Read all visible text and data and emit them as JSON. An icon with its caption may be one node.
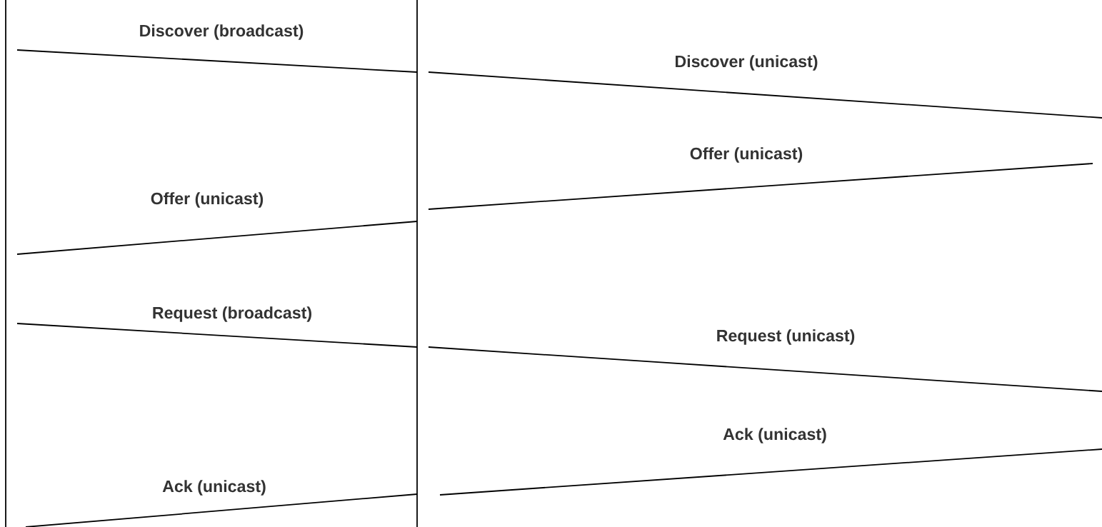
{
  "diagram": {
    "nodes": [
      {
        "text": [],
        "shape": "bar"
      },
      {
        "text": [],
        "shape": "bar"
      }
    ],
    "edges": [
      {
        "from": 0,
        "to": 1,
        "arrow": "none",
        "label": "Discover (broadcast)"
      },
      {
        "from": 1,
        "to": null,
        "arrow": "none",
        "label": "Discover (unicast)"
      },
      {
        "from": null,
        "to": 1,
        "arrow": "none",
        "label": "Offer (unicast)"
      },
      {
        "from": 1,
        "to": 0,
        "arrow": "none",
        "label": "Offer (unicast)"
      },
      {
        "from": 0,
        "to": 1,
        "arrow": "none",
        "label": "Request (broadcast)"
      },
      {
        "from": 1,
        "to": null,
        "arrow": "none",
        "label": "Request (unicast)"
      },
      {
        "from": null,
        "to": 1,
        "arrow": "none",
        "label": "Ack (unicast)"
      },
      {
        "from": 1,
        "to": 0,
        "arrow": "none",
        "label": "Ack (unicast)"
      }
    ]
  }
}
